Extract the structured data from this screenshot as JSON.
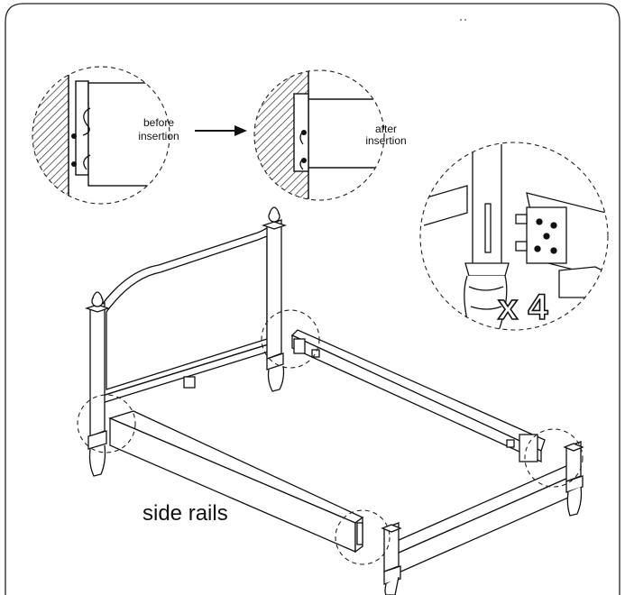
{
  "labels": {
    "before_line1": "before",
    "before_line2": "insertion",
    "after_line1": "after",
    "after_line2": "insertion",
    "side_rails": "side rails",
    "quantity": "x 4"
  }
}
